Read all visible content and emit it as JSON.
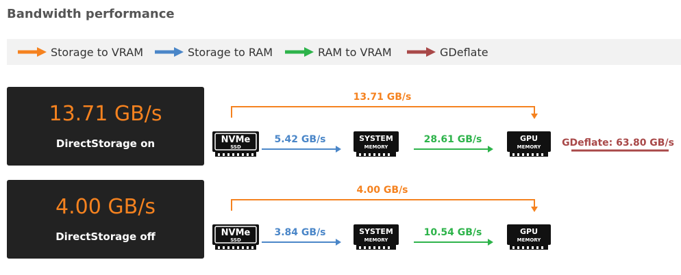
{
  "title": "Bandwidth performance",
  "colors": {
    "storage_to_vram": "#f5821f",
    "storage_to_ram": "#4a86c8",
    "ram_to_vram": "#2db34a",
    "gdeflate": "#a84848"
  },
  "legend": [
    {
      "label": "Storage to VRAM",
      "color": "#f5821f"
    },
    {
      "label": "Storage to RAM",
      "color": "#4a86c8"
    },
    {
      "label": "RAM to VRAM",
      "color": "#2db34a"
    },
    {
      "label": "GDeflate",
      "color": "#a84848"
    }
  ],
  "chips": {
    "nvme": {
      "line1": "NVMe",
      "line2": "SSD"
    },
    "system": {
      "line1": "SYSTEM",
      "line2": "MEMORY"
    },
    "gpu": {
      "line1": "GPU",
      "line2": "MEMORY"
    }
  },
  "rows": [
    {
      "big_value": "13.71 GB/s",
      "mode": "DirectStorage on",
      "storage_to_vram": "13.71 GB/s",
      "storage_to_ram": "5.42 GB/s",
      "ram_to_vram": "28.61 GB/s",
      "gdeflate": "GDeflate: 63.80 GB/s"
    },
    {
      "big_value": "4.00 GB/s",
      "mode": "DirectStorage off",
      "storage_to_vram": "4.00 GB/s",
      "storage_to_ram": "3.84 GB/s",
      "ram_to_vram": "10.54 GB/s"
    }
  ]
}
